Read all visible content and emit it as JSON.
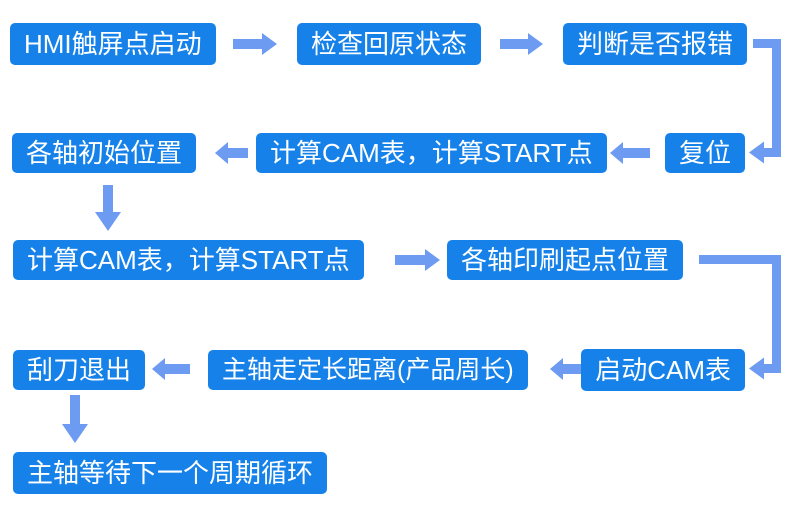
{
  "flowchart": {
    "description": "Machine startup and print cycle flowchart",
    "colors": {
      "box": "#1682E9",
      "arrow": "#6D9BF2",
      "text": "#FFFFFF",
      "background": "#FFFFFF"
    },
    "nodes": [
      {
        "id": "hmi-start",
        "label": "HMI触屏点启动"
      },
      {
        "id": "check-origin",
        "label": "检查回原状态"
      },
      {
        "id": "judge-error",
        "label": "判断是否报错"
      },
      {
        "id": "reset",
        "label": "复位"
      },
      {
        "id": "calc-cam-start-2",
        "label": "计算CAM表，计算START点"
      },
      {
        "id": "axes-initial",
        "label": "各轴初始位置"
      },
      {
        "id": "calc-cam-start-3",
        "label": "计算CAM表，计算START点"
      },
      {
        "id": "axes-print-start",
        "label": "各轴印刷起点位置"
      },
      {
        "id": "start-cam",
        "label": "启动CAM表"
      },
      {
        "id": "spindle-distance",
        "label": "主轴走定长距离(产品周长)"
      },
      {
        "id": "scraper-exit",
        "label": "刮刀退出"
      },
      {
        "id": "spindle-wait",
        "label": "主轴等待下一个周期循环"
      }
    ],
    "edges": [
      {
        "from": "hmi-start",
        "to": "check-origin"
      },
      {
        "from": "check-origin",
        "to": "judge-error"
      },
      {
        "from": "judge-error",
        "to": "reset"
      },
      {
        "from": "reset",
        "to": "calc-cam-start-2"
      },
      {
        "from": "calc-cam-start-2",
        "to": "axes-initial"
      },
      {
        "from": "axes-initial",
        "to": "calc-cam-start-3"
      },
      {
        "from": "calc-cam-start-3",
        "to": "axes-print-start"
      },
      {
        "from": "axes-print-start",
        "to": "start-cam"
      },
      {
        "from": "start-cam",
        "to": "spindle-distance"
      },
      {
        "from": "spindle-distance",
        "to": "scraper-exit"
      },
      {
        "from": "scraper-exit",
        "to": "spindle-wait"
      }
    ]
  }
}
